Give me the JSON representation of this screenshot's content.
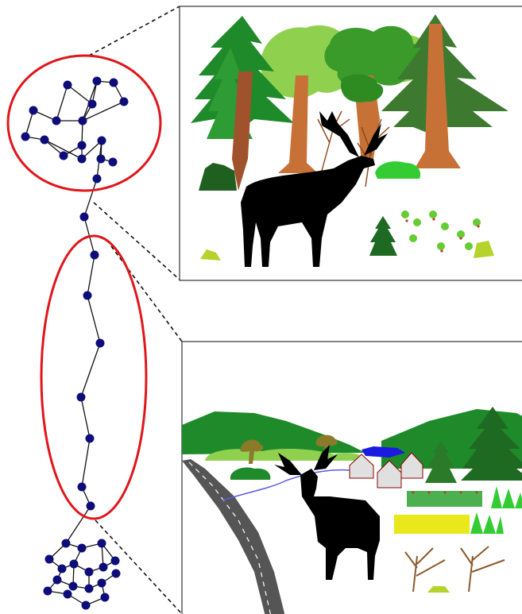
{
  "colors": {
    "node": "#0d0d7a",
    "edge": "#111111",
    "highlight": "#e0161b",
    "deer": "#000000",
    "forest_dark": "#1f7a1f",
    "forest_mid": "#3d9b35",
    "forest_light": "#8fd14f",
    "trunk": "#c87137",
    "meadow": "#ffffff",
    "road": "#555555",
    "river": "#5a5ae0",
    "field_green": "#4caf50",
    "field_yellow": "#e8e81a"
  },
  "panels": [
    {
      "name": "forest-panel",
      "depicts": "deer-in-forest"
    },
    {
      "name": "landscape-panel",
      "depicts": "deer-in-open-landscape"
    }
  ]
}
